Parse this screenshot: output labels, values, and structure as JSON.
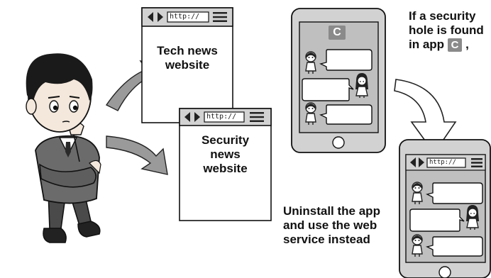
{
  "browser_bar": {
    "url_text": "http://"
  },
  "browser_1": {
    "label_line1": "Tech news",
    "label_line2": "website"
  },
  "browser_2": {
    "label_line1": "Security",
    "label_line2": "news",
    "label_line3": "website"
  },
  "phone": {
    "app_letter": "C"
  },
  "note_top": {
    "line1": "If a security",
    "line2": "hole is found",
    "line3": "in app",
    "app_letter": "C",
    "trailing": ","
  },
  "note_bottom": {
    "line1": "Uninstall the app",
    "line2": "and use the web",
    "line3": "service instead"
  },
  "colors": {
    "gray_fill": "#d2d2d2",
    "dark_gray": "#555555",
    "icon_gray": "#8a8a8a",
    "suit": "#6b6b6b"
  }
}
